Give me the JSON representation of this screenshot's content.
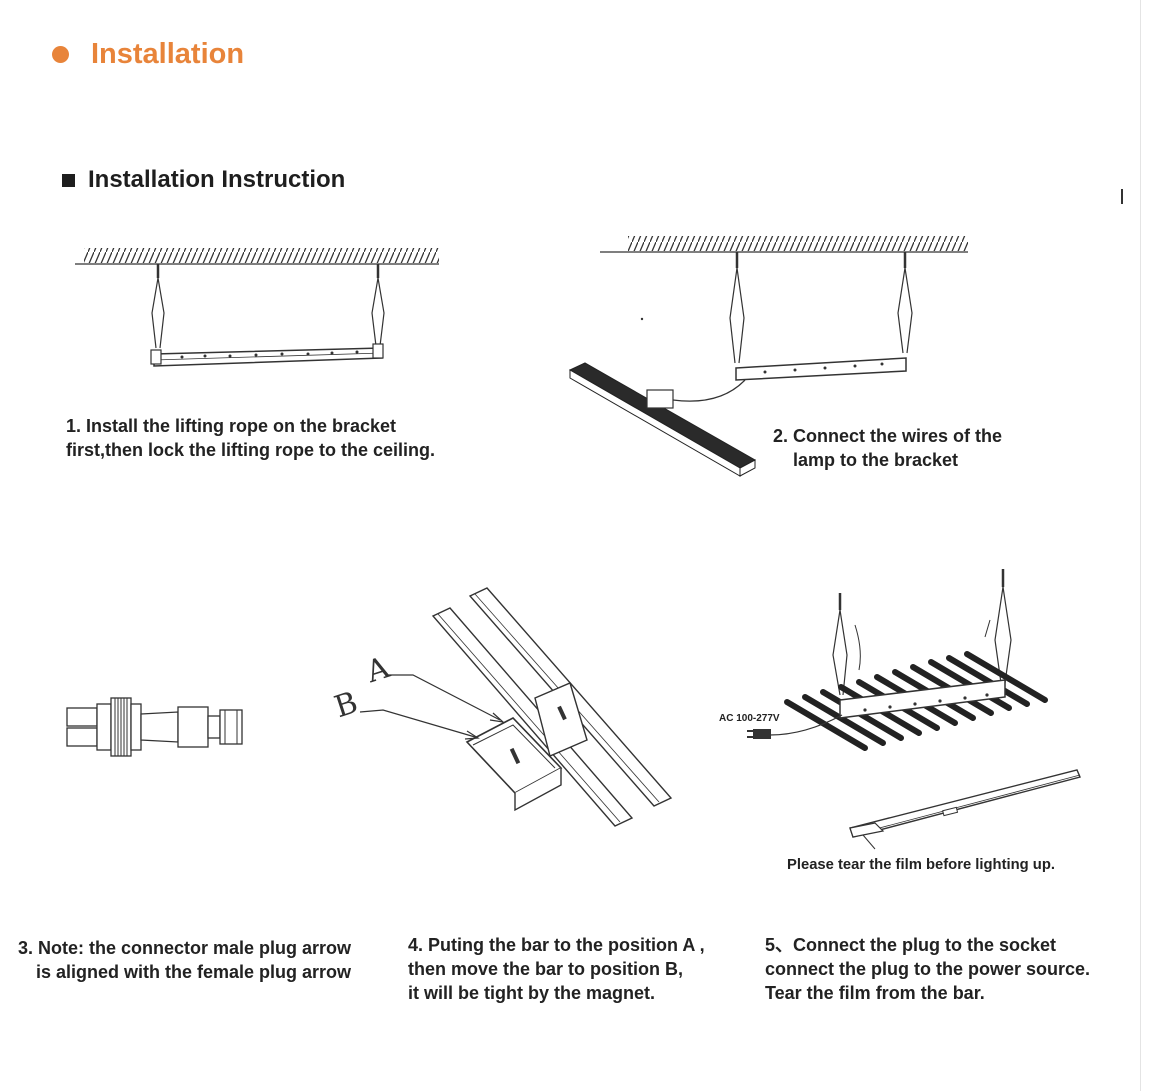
{
  "section": {
    "title": "Installation"
  },
  "subsection": {
    "title": "Installation Instruction"
  },
  "steps": [
    {
      "lines": [
        "1. Install the lifting rope on the bracket",
        "first,then lock the lifting rope to the ceiling."
      ]
    },
    {
      "lines": [
        "2. Connect the wires of the",
        "lamp to the bracket"
      ]
    },
    {
      "lines": [
        "3. Note: the connector male plug arrow",
        "is aligned with the female plug arrow"
      ]
    },
    {
      "lines": [
        "4. Puting the bar to the position A ,",
        "then move the bar to position B,",
        "it will be tight by the magnet."
      ]
    },
    {
      "lines": [
        "5、Connect the plug to the socket",
        "connect the plug to the power source.",
        "Tear the film from the bar."
      ]
    }
  ],
  "figure_labels": {
    "position_a": "A",
    "position_b": "B",
    "voltage": "AC 100-277V",
    "film_note": "Please tear the film before lighting up."
  },
  "colors": {
    "accent": "#e8843a",
    "text": "#1e1e1e",
    "line": "#333333"
  }
}
